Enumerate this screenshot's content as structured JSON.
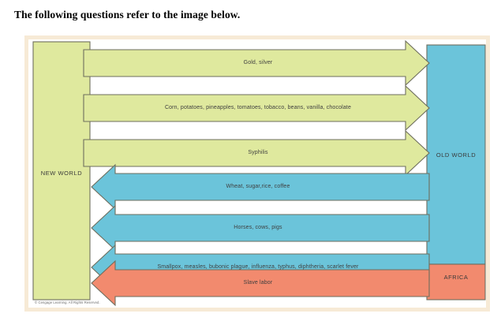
{
  "heading": "The following questions refer to the image below.",
  "figure": {
    "regions": [
      {
        "id": "new-world",
        "label": "NEW WORLD",
        "color": "#dfe99e"
      },
      {
        "id": "old-world",
        "label": "OLD WORLD",
        "color": "#6bc4da"
      },
      {
        "id": "africa",
        "label": "AFRICA",
        "color": "#f28a6e"
      }
    ],
    "flows": [
      {
        "id": "gold-silver",
        "label": "Gold, silver",
        "from": "NEW WORLD",
        "to": "OLD WORLD",
        "direction": "right",
        "color": "#dfe99e"
      },
      {
        "id": "crops-new-world",
        "label": "Corn, potatoes, pineapples, tomatoes, tobacco, beans, vanilla, chocolate",
        "from": "NEW WORLD",
        "to": "OLD WORLD",
        "direction": "right",
        "color": "#dfe99e"
      },
      {
        "id": "syphilis",
        "label": "Syphilis",
        "from": "NEW WORLD",
        "to": "OLD WORLD",
        "direction": "right",
        "color": "#dfe99e"
      },
      {
        "id": "crops-old-world",
        "label": "Wheat, sugar,rice, coffee",
        "from": "OLD WORLD",
        "to": "NEW WORLD",
        "direction": "left",
        "color": "#6bc4da"
      },
      {
        "id": "livestock",
        "label": "Horses, cows, pigs",
        "from": "OLD WORLD",
        "to": "NEW WORLD",
        "direction": "left",
        "color": "#6bc4da"
      },
      {
        "id": "diseases",
        "label": "Smallpox, measles, bubonic plague, influenza, typhus, diphtheria, scarlet fever",
        "from": "OLD WORLD",
        "to": "NEW WORLD",
        "direction": "left",
        "color": "#6bc4da"
      },
      {
        "id": "slave-labor",
        "label": "Slave labor",
        "from": "AFRICA",
        "to": "NEW WORLD",
        "direction": "left",
        "color": "#f28a6e"
      }
    ],
    "credit": "© Cengage Learning. All Rights Reserved.",
    "border_color": "#f7ead6",
    "stroke_color": "#6e6e5e"
  }
}
